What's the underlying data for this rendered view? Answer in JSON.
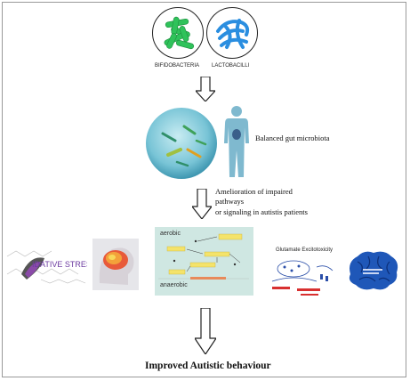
{
  "bacteria": {
    "left_label": "BIFIDOBACTERIA",
    "right_label": "LACTOBACILLI",
    "left_color": "#2fc25a",
    "right_color": "#2a8ee0"
  },
  "microbiota": {
    "label": "Balanced gut microbiota"
  },
  "pathways": {
    "line1": "Amelioration of impaired",
    "line2": "pathways",
    "line3": "or signaling in autistis patients"
  },
  "panels": {
    "oxidative_stress": "IDATIVE STRESS",
    "aerobic": "aerobic",
    "anaerobic": "anaerobic",
    "glutamate": "Glutamate Excitotoxicity"
  },
  "outcome": {
    "label": "Improved Autistic behaviour"
  }
}
